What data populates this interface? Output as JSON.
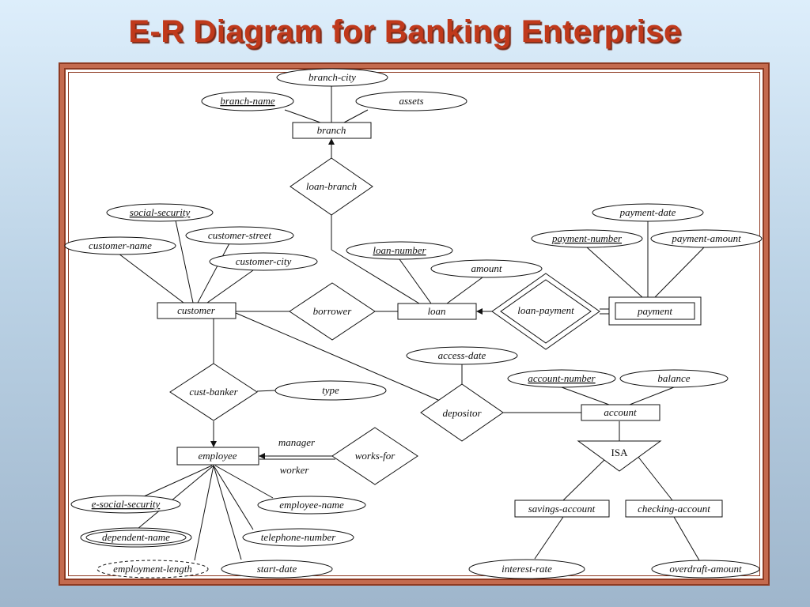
{
  "slide": {
    "title": "E-R Diagram for Banking Enterprise"
  },
  "diagram": {
    "entities": {
      "branch": "branch",
      "customer": "customer",
      "loan": "loan",
      "payment": "payment",
      "account": "account",
      "employee": "employee",
      "savings_account": "savings-account",
      "checking_account": "checking-account"
    },
    "relationships": {
      "loan_branch": "loan-branch",
      "borrower": "borrower",
      "loan_payment": "loan-payment",
      "cust_banker": "cust-banker",
      "depositor": "depositor",
      "works_for": "works-for"
    },
    "attributes": {
      "branch_city": "branch-city",
      "branch_name": "branch-name",
      "assets": "assets",
      "social_security": "social-security",
      "customer_street": "customer-street",
      "customer_name": "customer-name",
      "customer_city": "customer-city",
      "loan_number": "loan-number",
      "amount": "amount",
      "payment_date": "payment-date",
      "payment_number": "payment-number",
      "payment_amount": "payment-amount",
      "type": "type",
      "access_date": "access-date",
      "account_number": "account-number",
      "balance": "balance",
      "e_social_security": "e-social-security",
      "employee_name": "employee-name",
      "dependent_name": "dependent-name",
      "telephone_number": "telephone-number",
      "employment_length": "employment-length",
      "start_date": "start-date",
      "interest_rate": "interest-rate",
      "overdraft_amount": "overdraft-amount"
    },
    "isa": "ISA",
    "role_labels": {
      "manager": "manager",
      "worker": "worker"
    }
  }
}
